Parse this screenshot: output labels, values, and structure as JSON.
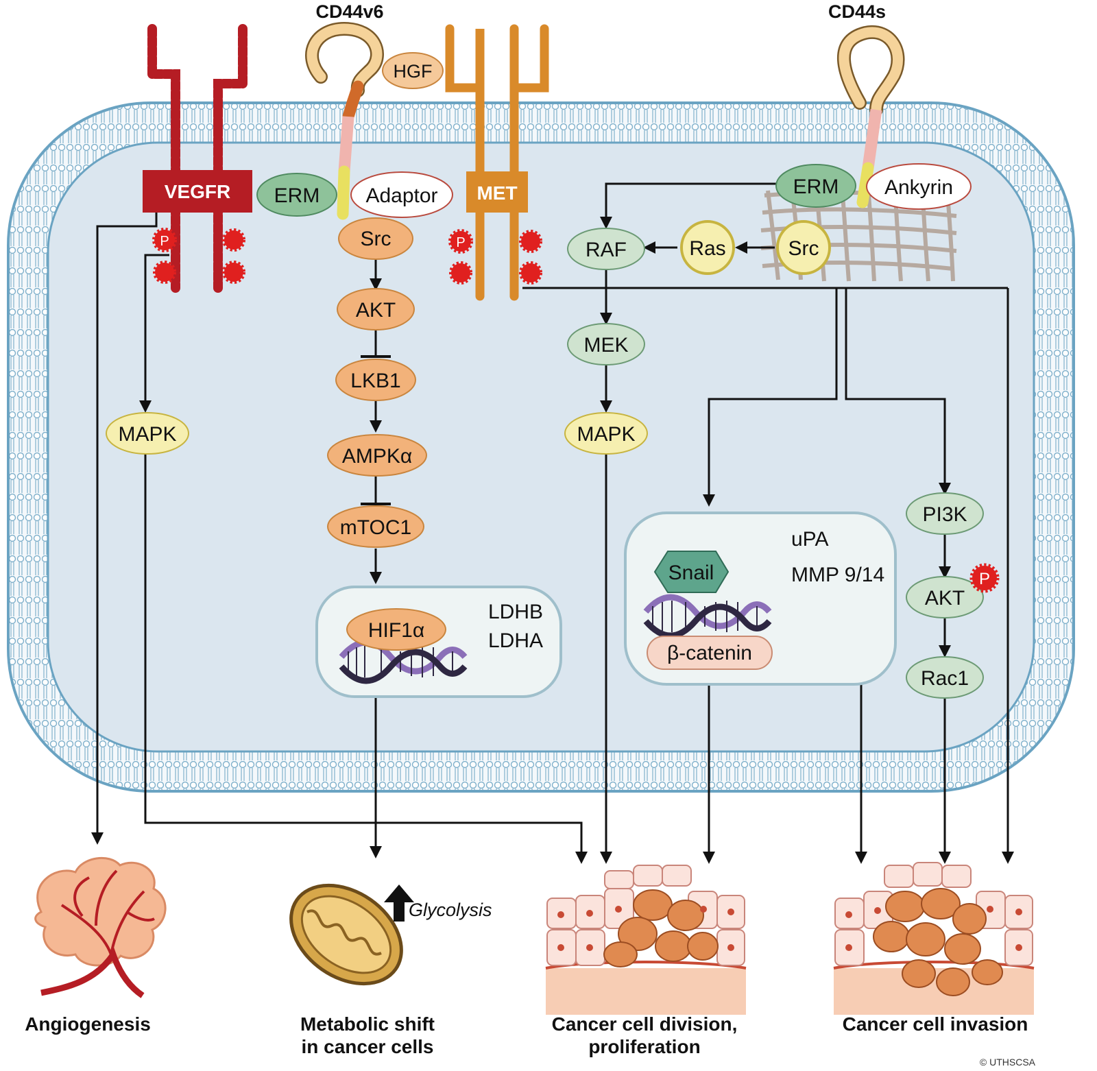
{
  "receptors": {
    "cd44v6": "CD44v6",
    "cd44s": "CD44s",
    "hgf": "HGF",
    "vegfr": "VEGFR",
    "met": "MET",
    "phospho": "P"
  },
  "nodes": {
    "erm_left": "ERM",
    "adaptor": "Adaptor",
    "src_left": "Src",
    "akt_left": "AKT",
    "lkb1": "LKB1",
    "ampk": "AMPKα",
    "mtoc1": "mTOC1",
    "hif1a": "HIF1α",
    "ldhb": "LDHB",
    "ldha": "LDHA",
    "mapk_left": "MAPK",
    "erm_right": "ERM",
    "ankyrin": "Ankyrin",
    "raf": "RAF",
    "ras": "Ras",
    "src_right": "Src",
    "mek": "MEK",
    "mapk_center": "MAPK",
    "snail": "Snail",
    "upa": "uPA",
    "mmp": "MMP 9/14",
    "bcatenin": "β-catenin",
    "pi3k": "PI3K",
    "akt_right": "AKT",
    "rac1": "Rac1"
  },
  "outcomes": {
    "angiogenesis": "Angiogenesis",
    "metabolic_line1": "Metabolic shift",
    "metabolic_line2": "in cancer cells",
    "glycolysis": "Glycolysis",
    "division_line1": "Cancer cell division,",
    "division_line2": "proliferation",
    "invasion": "Cancer cell invasion"
  },
  "credit": "© UTHSCSA",
  "colors": {
    "membrane": "#6aa3c2",
    "cytoplasm": "#dbe6ef",
    "vegfr": "#b51d24",
    "met": "#d98a2a",
    "orange_node": "#f2b27a",
    "green_node": "#cfe3cf",
    "yellow_node": "#f6efb0",
    "phospho": "#e0201f"
  }
}
